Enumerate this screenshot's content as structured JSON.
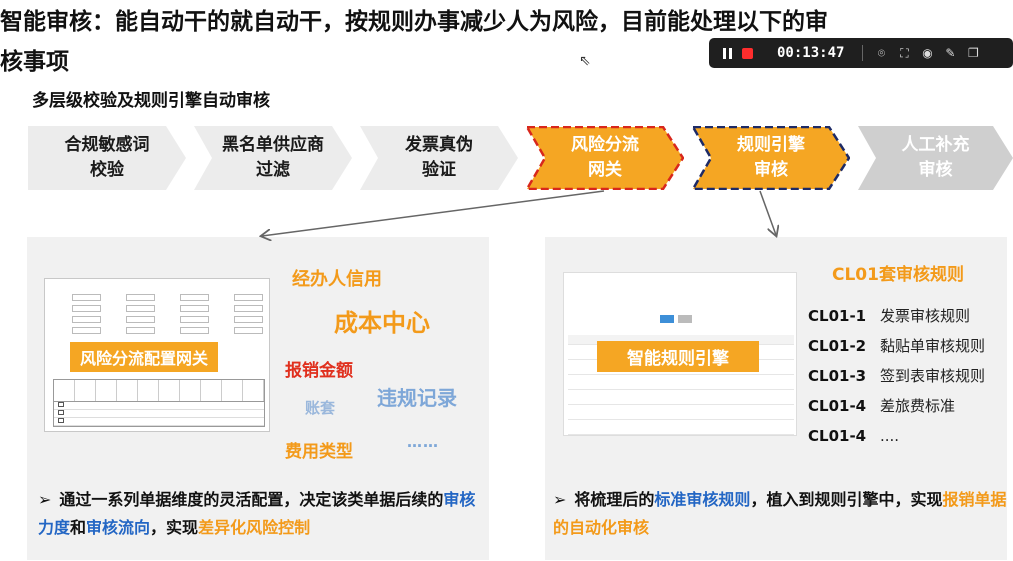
{
  "slide": {
    "title_line1": "智能审核：能自动干的就自动干，按规则办事减少人为风险，目前能处理以下的审",
    "title_line2": "核事项",
    "subtitle": "多层级校验及规则引擎自动审核"
  },
  "recorder": {
    "time": "00:13:47",
    "icons": [
      "pause-icon",
      "stop-icon",
      "screenshot-icon",
      "fullscreen-icon",
      "camera-icon",
      "pen-icon",
      "window-icon"
    ]
  },
  "process_steps": [
    {
      "line1": "合规敏感词",
      "line2": "校验",
      "style": "grey"
    },
    {
      "line1": "黑名单供应商",
      "line2": "过滤",
      "style": "grey"
    },
    {
      "line1": "发票真伪",
      "line2": "验证",
      "style": "grey"
    },
    {
      "line1": "风险分流",
      "line2": "网关",
      "style": "orange-red-dash"
    },
    {
      "line1": "规则引擎",
      "line2": "审核",
      "style": "orange-navy-dash"
    },
    {
      "line1": "人工补充",
      "line2": "审核",
      "style": "light-grey"
    }
  ],
  "left_panel": {
    "tag": "风险分流配置网关",
    "words": {
      "w1": "经办人信用",
      "w2": "成本中心",
      "w3": "报销金额",
      "w4": "违规记录",
      "w5": "账套",
      "w6": "费用类型",
      "w7": "……"
    },
    "bullet_prefix": "通过一系列单据维度的灵活配置，决定该类单据后续的",
    "bullet_h1": "审核力度",
    "bullet_mid1": "和",
    "bullet_h2": "审核流向",
    "bullet_mid2": "，实现",
    "bullet_h3": "差异化风险控制"
  },
  "right_panel": {
    "tag": "智能规则引擎",
    "rules_title": "CL01套审核规则",
    "rules": [
      {
        "code": "CL01-1",
        "text": "发票审核规则"
      },
      {
        "code": "CL01-2",
        "text": "黏贴单审核规则"
      },
      {
        "code": "CL01-3",
        "text": "签到表审核规则"
      },
      {
        "code": "CL01-4",
        "text": "差旅费标准"
      },
      {
        "code": "CL01-4",
        "text": "...."
      }
    ],
    "bullet_prefix": "将梳理后的",
    "bullet_h1": "标准审核规则",
    "bullet_mid": "，植入到规则引擎中，实现",
    "bullet_h2": "报销单据的自动化审核"
  },
  "colors": {
    "orange": "#f5a623",
    "blue_highlight": "#2366c4",
    "red_word": "#e0301e"
  }
}
